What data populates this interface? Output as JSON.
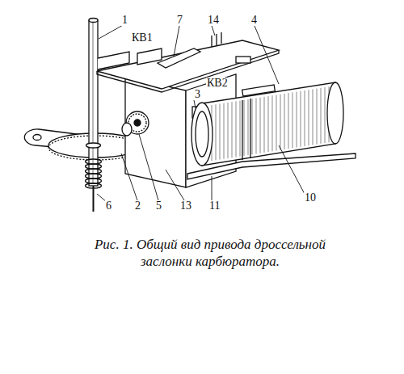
{
  "diagram": {
    "caption": "Рис. 1. Общий вид привода дроссельной заслонки карбюратора.",
    "labels": [
      "1",
      "7",
      "14",
      "4",
      "КВ1",
      "КВ2",
      "3",
      "6",
      "2",
      "5",
      "13",
      "11",
      "10"
    ]
  }
}
